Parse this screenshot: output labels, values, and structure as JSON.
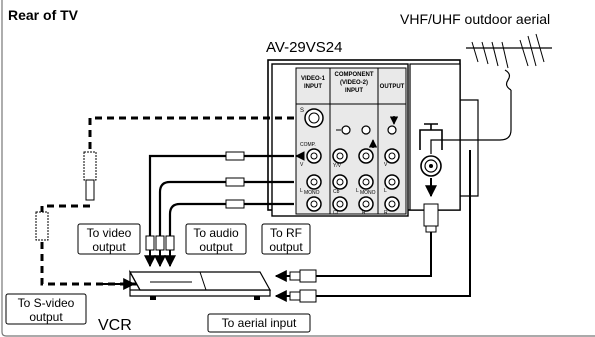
{
  "header": {
    "title": "Rear of TV"
  },
  "tv": {
    "model": "AV-29VS24",
    "jack_labels": {
      "video1_title": "VIDEO-1",
      "video1_sub": "INPUT",
      "component_title": "COMPONENT",
      "component_sub1": "(VIDEO-2)",
      "component_sub2": "INPUT",
      "output_title": "OUTPUT",
      "s_label": "S",
      "comp_label": "COMP.",
      "v_label": "V",
      "y_label": "Y/V",
      "cb_label": "Cb",
      "cr_label": "Cr",
      "l_label": "L",
      "r_label": "R",
      "mono_label": "MONO"
    }
  },
  "aerial": {
    "label": "VHF/UHF outdoor aerial"
  },
  "vcr": {
    "label": "VCR"
  },
  "callouts": {
    "video_output": [
      "To video",
      "output"
    ],
    "audio_output": [
      "To audio",
      "output"
    ],
    "rf_output": [
      "To RF",
      "output"
    ],
    "svideo_output": [
      "To S-video",
      "output"
    ],
    "aerial_input": "To aerial input"
  },
  "colors": {
    "line": "#000000",
    "panel_gray": "#d9d9d9",
    "background": "#ffffff"
  }
}
